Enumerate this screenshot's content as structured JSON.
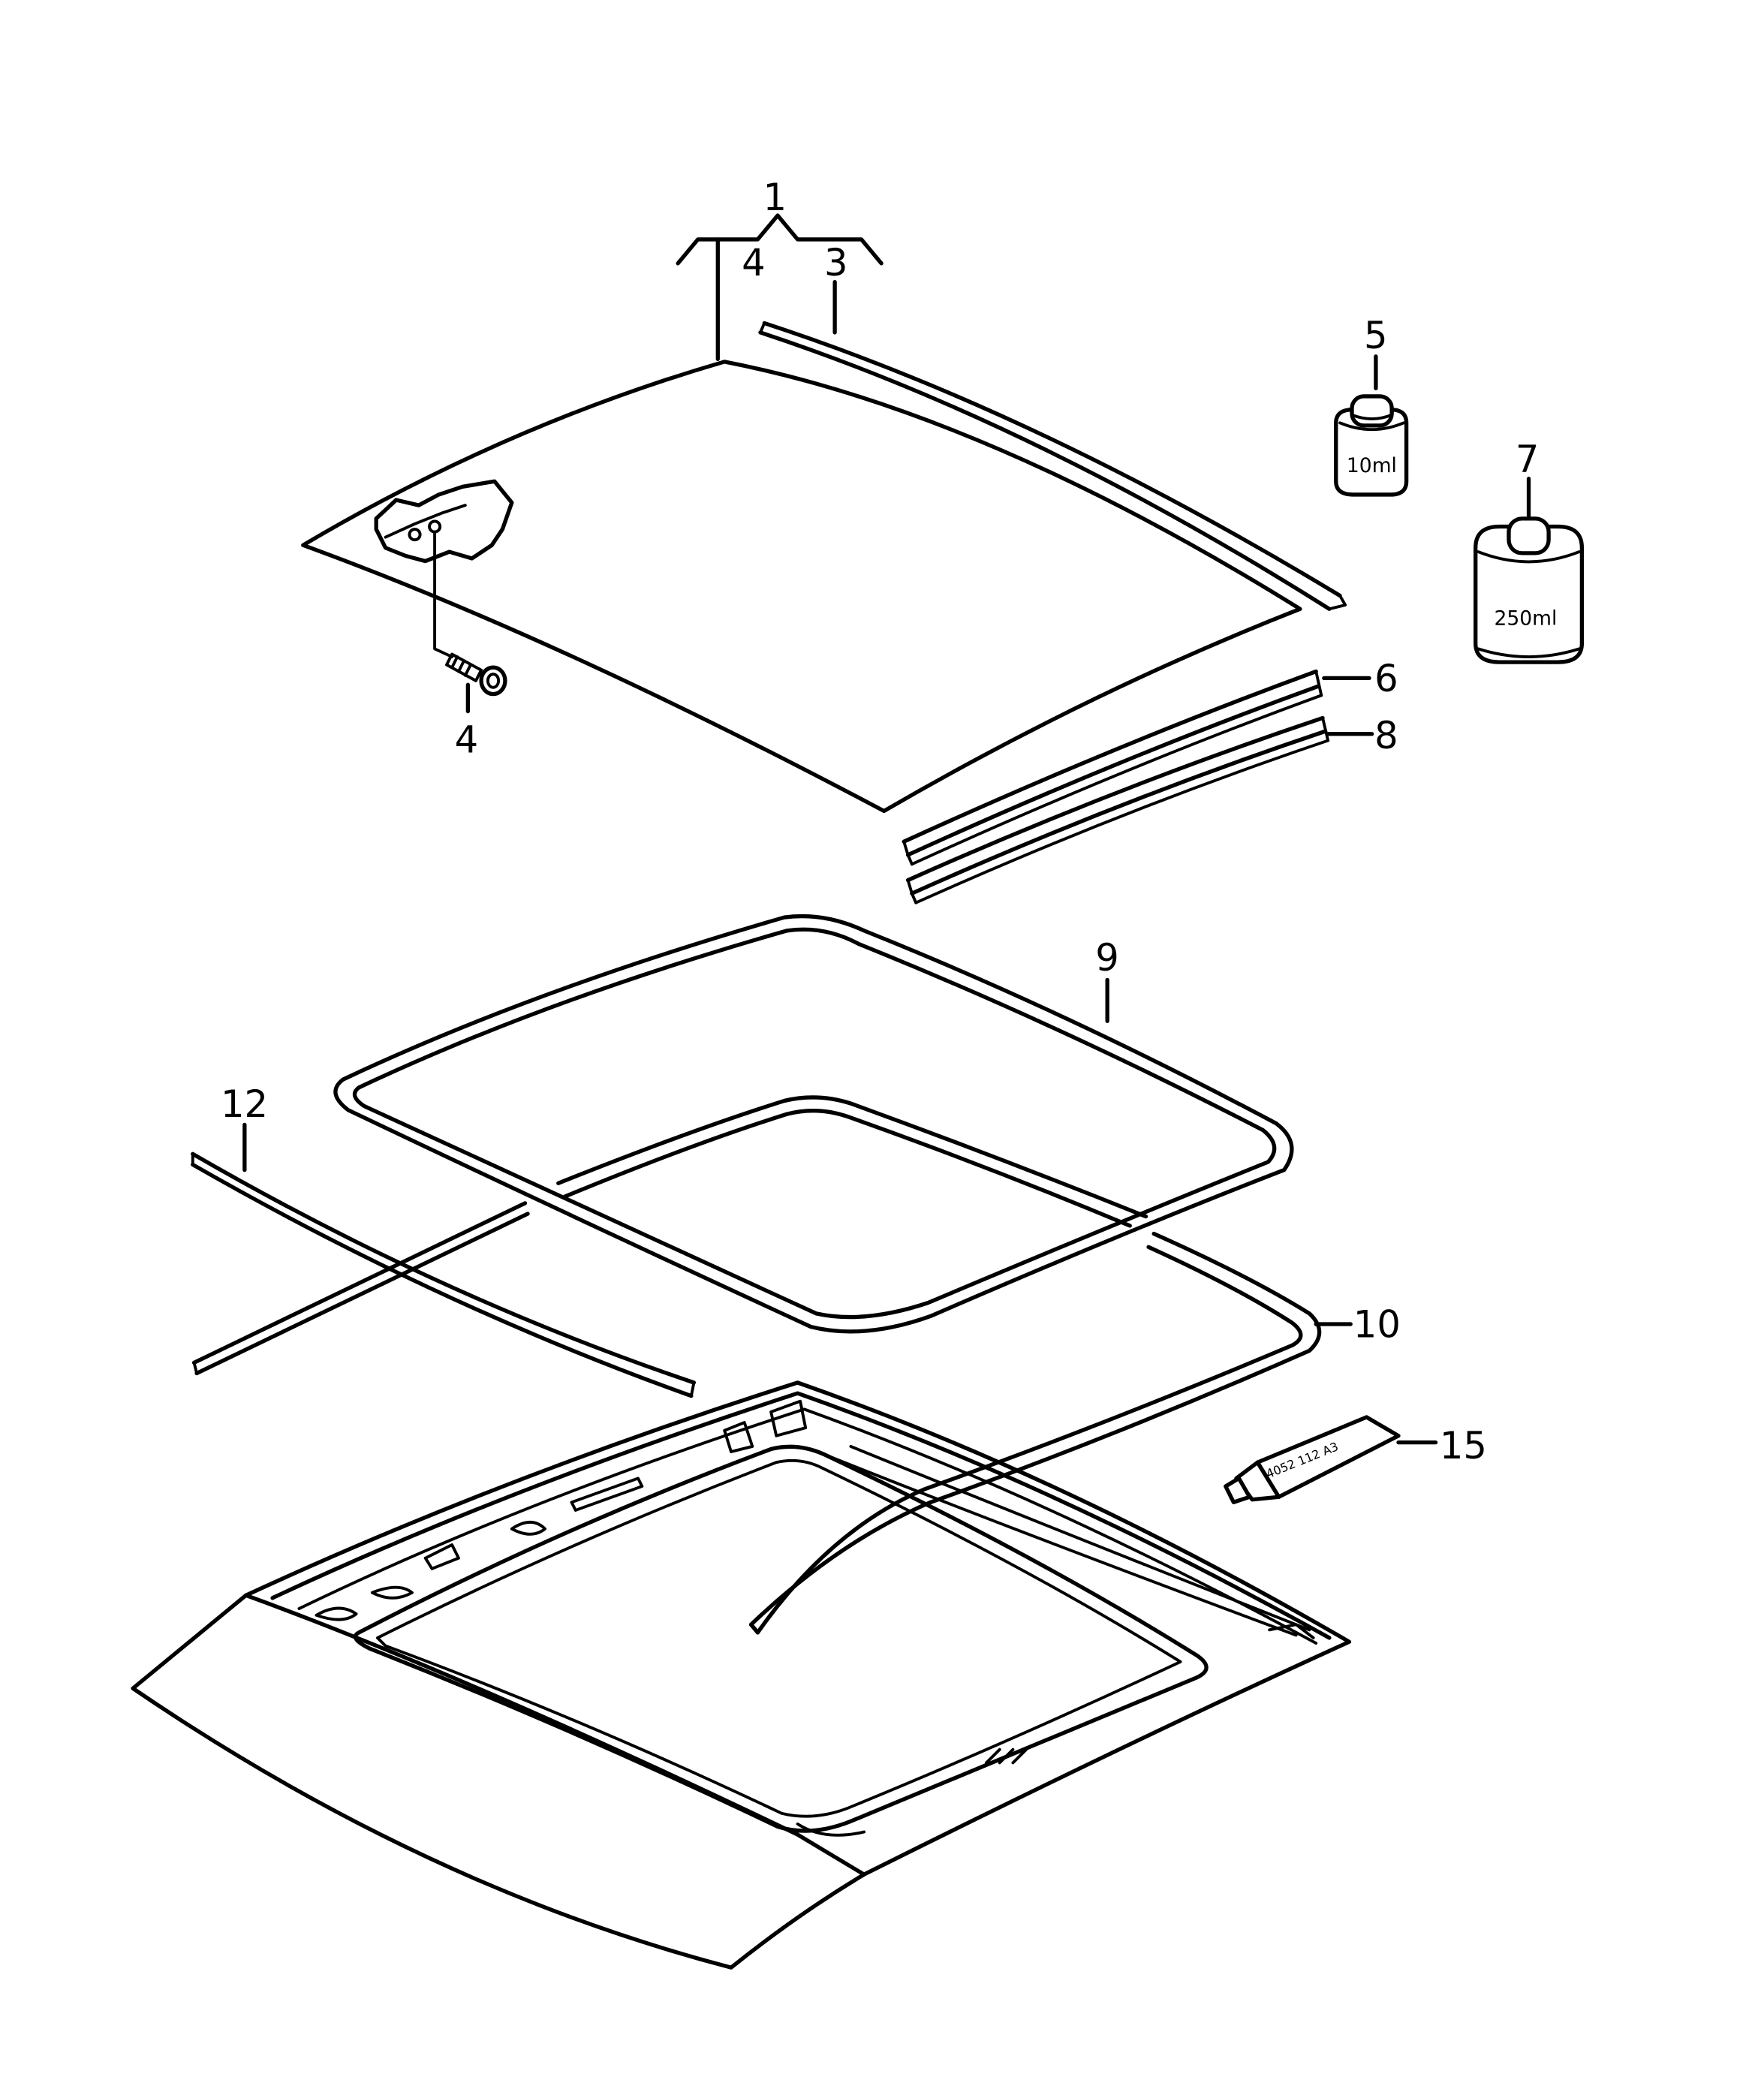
{
  "diagram": {
    "callouts": {
      "c1": "1",
      "c4_bracket": "4",
      "c3": "3",
      "c5": "5",
      "c7": "7",
      "c6": "6",
      "c8": "8",
      "c4_bolt": "4",
      "c9": "9",
      "c12": "12",
      "c10": "10",
      "c15": "15"
    },
    "labels": {
      "bottle_small": "10ml",
      "bottle_large": "250ml",
      "tube": "4052 112 A3"
    }
  }
}
